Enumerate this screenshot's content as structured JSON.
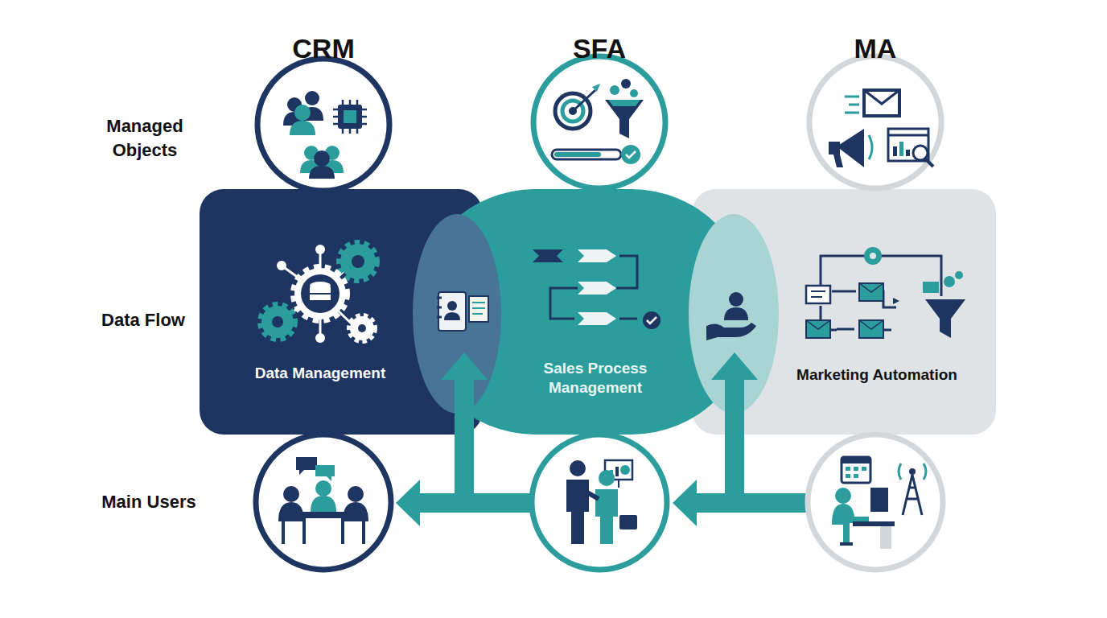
{
  "diagram": {
    "nodes": [
      {
        "text": [
          "Data Management"
        ]
      },
      {
        "text": [
          "Sales Process Management"
        ]
      },
      {
        "text": [
          "Marketing Automation"
        ]
      }
    ],
    "labels": [
      "CRM",
      "SFA",
      "MA",
      "Managed Objects",
      "Data Flow",
      "Main Users"
    ]
  }
}
